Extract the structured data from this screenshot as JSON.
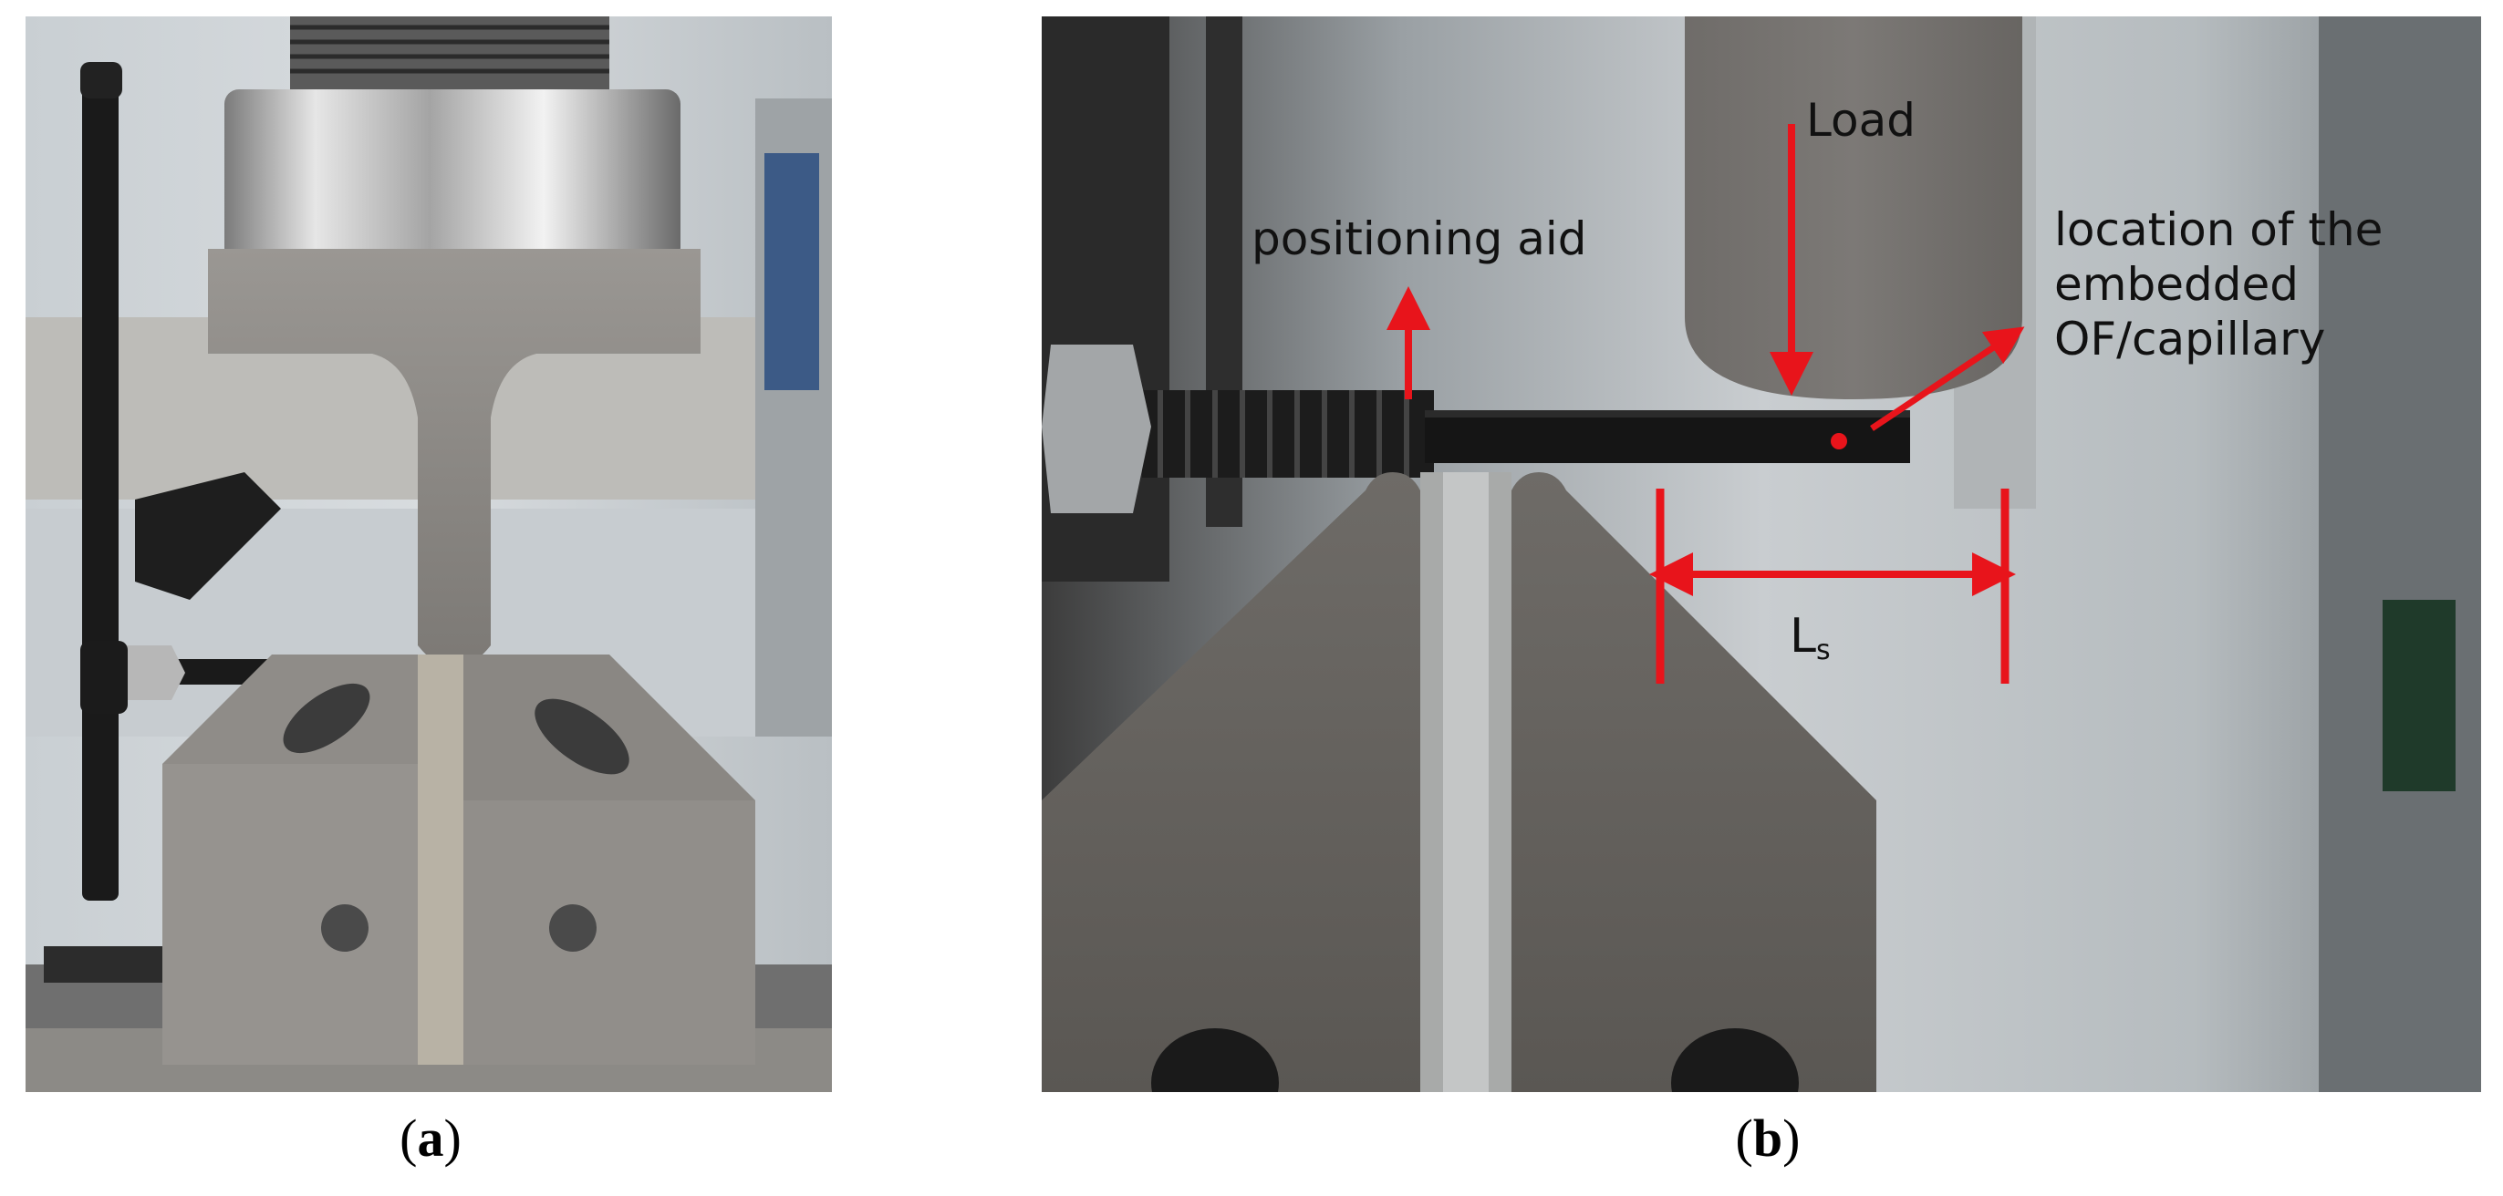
{
  "figure": {
    "panel_a": {
      "caption_open": "(",
      "caption_letter": "a",
      "caption_close": ")"
    },
    "panel_b": {
      "caption_open": "(",
      "caption_letter": "b",
      "caption_close": ")",
      "labels": {
        "load": "Load",
        "positioning_aid": "positioning aid",
        "location_line1": "location of the",
        "location_line2": "embedded",
        "location_line3": "OF/capillary",
        "span_main": "L",
        "span_sub": "s"
      }
    },
    "colors": {
      "annotation_red": "#e8141b",
      "steel": "#8d8a86",
      "steel_dark": "#5e5b58",
      "specimen": "#151515"
    }
  }
}
